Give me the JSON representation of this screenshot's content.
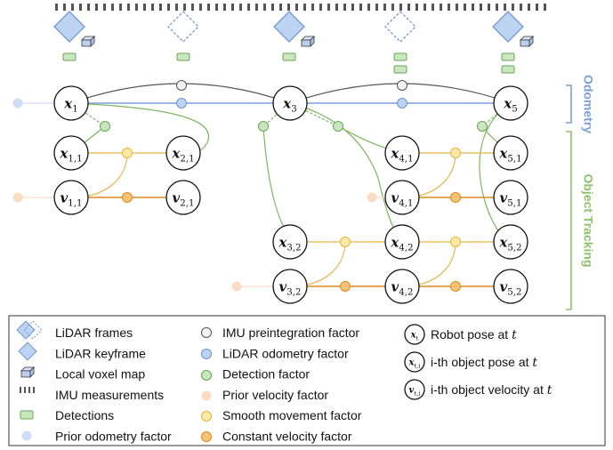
{
  "colors": {
    "odometry": "#7aa0dc",
    "tracking": "#8cc36b",
    "lidar_fill": "#bcd3f2",
    "lidar_stroke": "#6d93d0",
    "detection_fill": "#c9e6be",
    "detection_stroke": "#6aa654",
    "imu_fill": "#f2f2f2",
    "imu_stroke": "#555555",
    "prior_odo": "#cfdcf6",
    "prior_vel": "#fbdcc2",
    "smooth_fill": "#fde9a6",
    "smooth_stroke": "#e0b43c",
    "const_fill": "#f7c27a",
    "const_stroke": "#dd8a1b",
    "orange_line": "#e8b449",
    "green_line": "#7fb55f"
  },
  "sections": {
    "odometry": "Odometry",
    "tracking": "Object Tracking"
  },
  "nodes": [
    {
      "id": "x1",
      "sym": "x",
      "sub": "1"
    },
    {
      "id": "x3",
      "sym": "x",
      "sub": "3"
    },
    {
      "id": "x5",
      "sym": "x",
      "sub": "5"
    },
    {
      "id": "x11",
      "sym": "x",
      "sub": "1,1"
    },
    {
      "id": "x21",
      "sym": "x",
      "sub": "2,1"
    },
    {
      "id": "x41",
      "sym": "x",
      "sub": "4,1"
    },
    {
      "id": "x51",
      "sym": "x",
      "sub": "5,1"
    },
    {
      "id": "v11",
      "sym": "v",
      "sub": "1,1"
    },
    {
      "id": "v21",
      "sym": "v",
      "sub": "2,1"
    },
    {
      "id": "v41",
      "sym": "v",
      "sub": "4,1"
    },
    {
      "id": "v51",
      "sym": "v",
      "sub": "5,1"
    },
    {
      "id": "x32",
      "sym": "x",
      "sub": "3,2"
    },
    {
      "id": "x42",
      "sym": "x",
      "sub": "4,2"
    },
    {
      "id": "x52",
      "sym": "x",
      "sub": "5,2"
    },
    {
      "id": "v32",
      "sym": "v",
      "sub": "3,2"
    },
    {
      "id": "v42",
      "sym": "v",
      "sub": "4,2"
    },
    {
      "id": "v52",
      "sym": "v",
      "sub": "5,2"
    }
  ],
  "legend": {
    "col1": [
      {
        "icon": "lidar-frames-icon",
        "label": "LiDAR frames"
      },
      {
        "icon": "lidar-keyframe-icon",
        "label": "LiDAR keyframe"
      },
      {
        "icon": "local-voxel-map-icon",
        "label": "Local voxel map"
      },
      {
        "icon": "imu-measurements-icon",
        "label": "IMU measurements"
      },
      {
        "icon": "detections-icon",
        "label": "Detections"
      },
      {
        "icon": "prior-odometry-factor-icon",
        "label": "Prior odometry factor"
      }
    ],
    "col2": [
      {
        "icon": "imu-preintegration-factor-icon",
        "label": "IMU preintegration factor"
      },
      {
        "icon": "lidar-odometry-factor-icon",
        "label": "LiDAR odometry factor"
      },
      {
        "icon": "detection-factor-icon",
        "label": "Detection factor"
      },
      {
        "icon": "prior-velocity-factor-icon",
        "label": "Prior velocity factor"
      },
      {
        "icon": "smooth-movement-factor-icon",
        "label": "Smooth movement factor"
      },
      {
        "icon": "constant-velocity-factor-icon",
        "label": "Constant velocity factor"
      }
    ],
    "col3": [
      {
        "sym": "x",
        "sub": "t",
        "label_pre": "Robot pose at ",
        "label_var": "t"
      },
      {
        "sym": "x",
        "sub": "t,i",
        "label_pre": "i-th object pose at ",
        "label_var": "t"
      },
      {
        "sym": "v",
        "sub": "t,i",
        "label_pre": "i-th object velocity at ",
        "label_var": "t"
      }
    ]
  }
}
